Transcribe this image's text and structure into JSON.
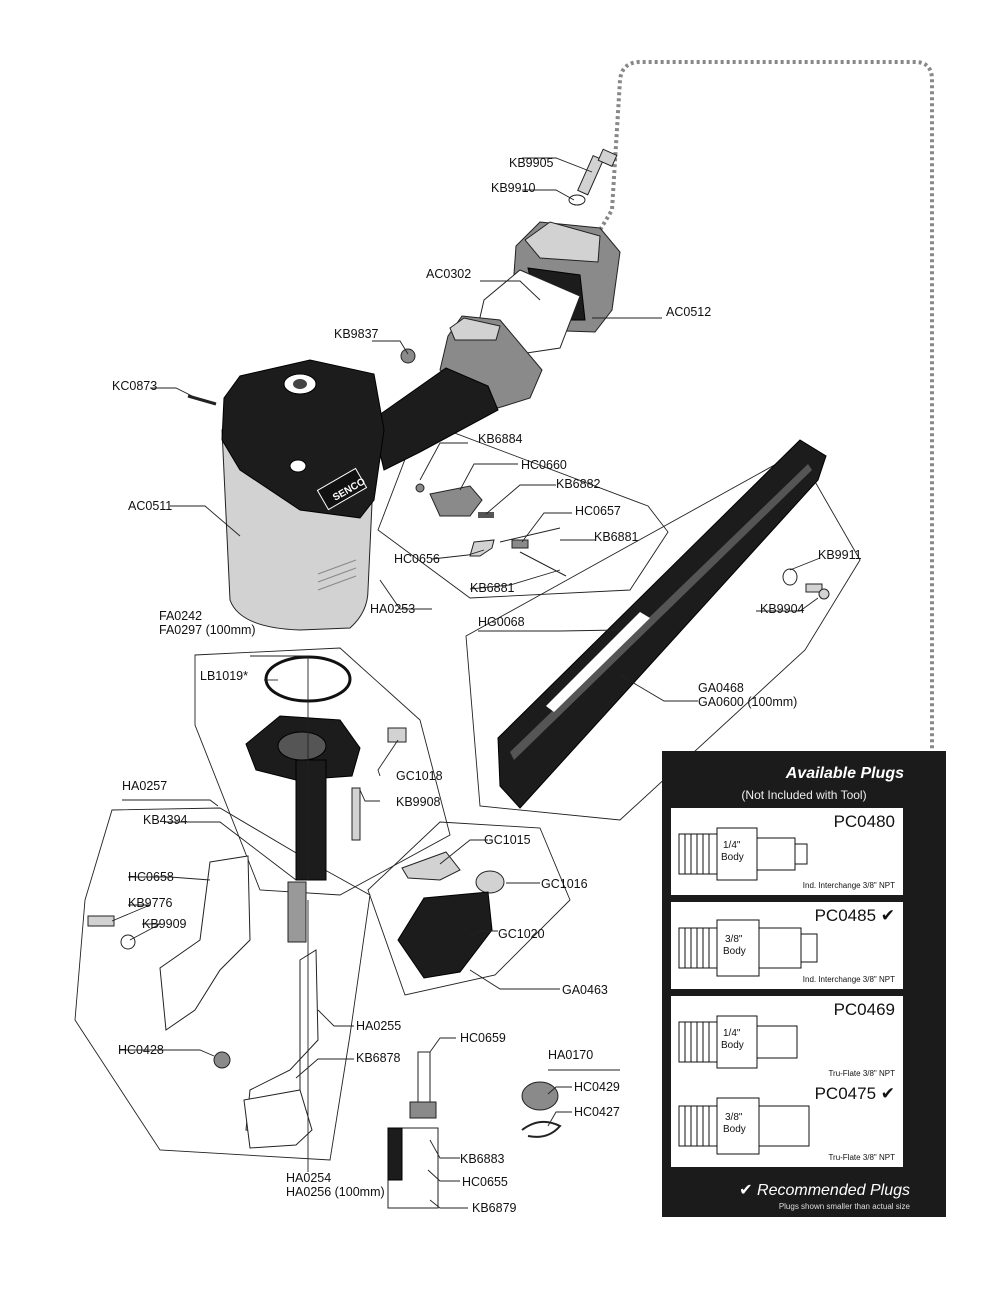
{
  "parts": {
    "KB9905": "KB9905",
    "KB9910": "KB9910",
    "AC0302": "AC0302",
    "AC0512": "AC0512",
    "KB9837": "KB9837",
    "KC0873": "KC0873",
    "KB6884": "KB6884",
    "HC0660": "HC0660",
    "KB6882": "KB6882",
    "HC0657": "HC0657",
    "KB6881a": "KB6881",
    "HC0656": "HC0656",
    "KB6881b": "KB6881",
    "AC0511": "AC0511",
    "HA0253": "HA0253",
    "KB9911": "KB9911",
    "KB9904": "KB9904",
    "FA0242": "FA0242",
    "FA0297": "FA0297 (100mm)",
    "LB1019": "LB1019*",
    "HG0068": "HG0068",
    "GA0468": "GA0468",
    "GA0600": "GA0600 (100mm)",
    "GC1018": "GC1018",
    "KB9908": "KB9908",
    "HA0257": "HA0257",
    "KB4394": "KB4394",
    "GC1015": "GC1015",
    "GC1016": "GC1016",
    "HC0658": "HC0658",
    "KB9776": "KB9776",
    "KB9909": "KB9909",
    "GC1020": "GC1020",
    "GA0463": "GA0463",
    "HA0255": "HA0255",
    "HC0428": "HC0428",
    "KB6878": "KB6878",
    "HC0659": "HC0659",
    "HA0170": "HA0170",
    "HC0429": "HC0429",
    "HC0427": "HC0427",
    "KB6883": "KB6883",
    "HA0254": "HA0254",
    "HA0256": "HA0256 (100mm)",
    "HC0655": "HC0655",
    "KB6879": "KB6879"
  },
  "logo_text": "SENCO",
  "plugs": {
    "title": "Available Plugs",
    "subtitle": "(Not Included with Tool)",
    "items": [
      {
        "code": "PC0480",
        "body": [
          "1/4\"",
          "Body"
        ],
        "desc": "Ind. Interchange 3/8\" NPT",
        "recommended": false
      },
      {
        "code": "PC0485 ✔",
        "body": [
          "3/8\"",
          "Body"
        ],
        "desc": "Ind. Interchange 3/8\" NPT",
        "recommended": true
      },
      {
        "code": "PC0469",
        "body": [
          "1/4\"",
          "Body"
        ],
        "desc": "Tru-Flate 3/8\" NPT",
        "recommended": false
      },
      {
        "code": "PC0475 ✔",
        "body": [
          "3/8\"",
          "Body"
        ],
        "desc": "Tru-Flate 3/8\" NPT",
        "recommended": true
      }
    ],
    "footer": "✔ Recommended Plugs",
    "note": "Plugs shown smaller than actual size"
  }
}
